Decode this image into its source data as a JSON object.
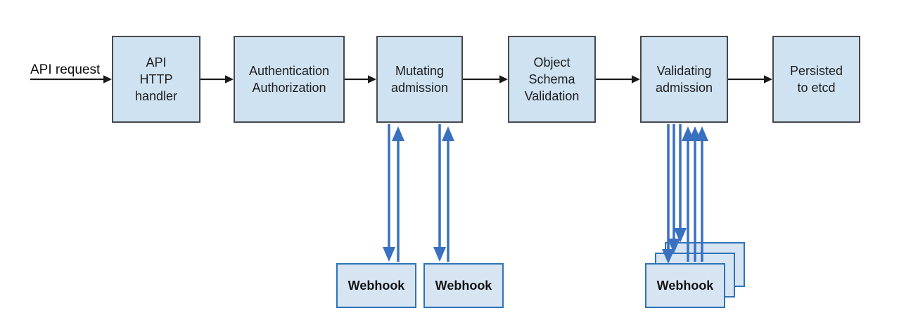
{
  "diagram": {
    "request_label": "API request",
    "nodes": [
      {
        "id": "api-http-handler",
        "label": "API\nHTTP\nhandler"
      },
      {
        "id": "authentication-authorization",
        "label": "Authentication\nAuthorization"
      },
      {
        "id": "mutating-admission",
        "label": "Mutating\nadmission"
      },
      {
        "id": "object-schema-validation",
        "label": "Object\nSchema\nValidation"
      },
      {
        "id": "validating-admission",
        "label": "Validating\nadmission"
      },
      {
        "id": "persisted-to-etcd",
        "label": "Persisted\nto etcd"
      }
    ],
    "webhooks": {
      "mutating": [
        "Webhook",
        "Webhook"
      ],
      "validating": [
        "Webhook"
      ]
    },
    "colors": {
      "node_fill": "#cfe2f1",
      "node_border": "#48484c",
      "webhook_fill": "#d7e5f3",
      "webhook_border": "#2e74b6",
      "flow_arrow": "#1a1a1a",
      "webhook_arrow": "#3a70c0"
    }
  }
}
